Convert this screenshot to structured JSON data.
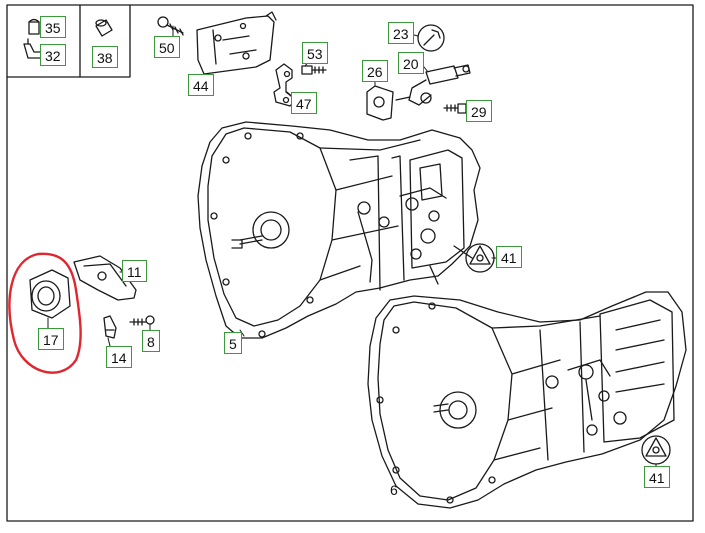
{
  "diagram": {
    "callouts": [
      {
        "id": "c35",
        "label": "35"
      },
      {
        "id": "c32",
        "label": "32"
      },
      {
        "id": "c38",
        "label": "38"
      },
      {
        "id": "c50",
        "label": "50"
      },
      {
        "id": "c44",
        "label": "44"
      },
      {
        "id": "c53",
        "label": "53"
      },
      {
        "id": "c47",
        "label": "47"
      },
      {
        "id": "c23",
        "label": "23"
      },
      {
        "id": "c20",
        "label": "20"
      },
      {
        "id": "c26",
        "label": "26"
      },
      {
        "id": "c29",
        "label": "29"
      },
      {
        "id": "c41a",
        "label": "41"
      },
      {
        "id": "c11",
        "label": "11"
      },
      {
        "id": "c17",
        "label": "17"
      },
      {
        "id": "c14",
        "label": "14"
      },
      {
        "id": "c8",
        "label": "8"
      },
      {
        "id": "c5",
        "label": "5"
      },
      {
        "id": "c41b",
        "label": "41"
      }
    ],
    "plain_label": "6",
    "colors": {
      "callout_border": "#3c9a3c",
      "line": "#1a1a1a",
      "highlight": "#e0262e"
    }
  }
}
